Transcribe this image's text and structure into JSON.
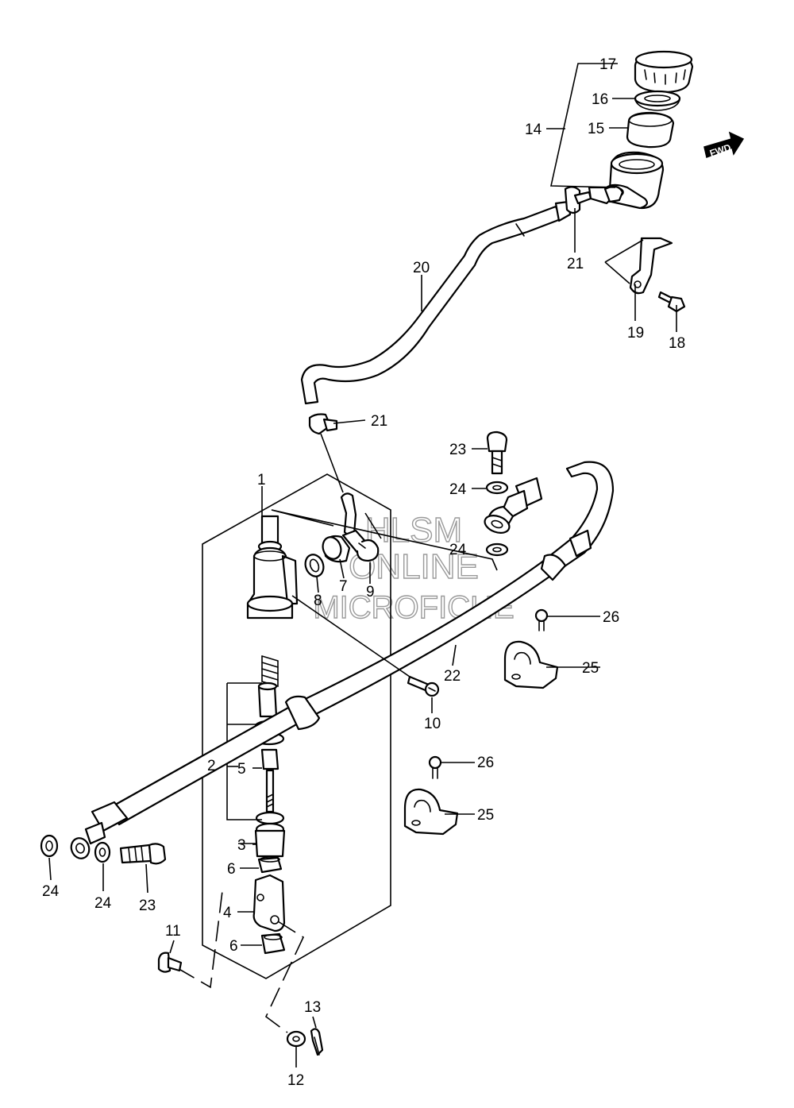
{
  "watermark": {
    "line1": "HLSM",
    "line2": "ONLINE",
    "line3": "MICROFICHE"
  },
  "direction_badge": {
    "text": "FWD",
    "icon": "forward-arrow-icon"
  },
  "callouts": [
    {
      "id": "callout-17-top",
      "text": "17"
    },
    {
      "id": "callout-16",
      "text": "16"
    },
    {
      "id": "callout-15",
      "text": "15"
    },
    {
      "id": "callout-14",
      "text": "14"
    },
    {
      "id": "callout-21-top",
      "text": "21"
    },
    {
      "id": "callout-19",
      "text": "19"
    },
    {
      "id": "callout-18",
      "text": "18"
    },
    {
      "id": "callout-20",
      "text": "20"
    },
    {
      "id": "callout-21-mid",
      "text": "21"
    },
    {
      "id": "callout-23-upper",
      "text": "23"
    },
    {
      "id": "callout-24-upper",
      "text": "24"
    },
    {
      "id": "callout-24-mid",
      "text": "24"
    },
    {
      "id": "callout-1",
      "text": "1"
    },
    {
      "id": "callout-8",
      "text": "8"
    },
    {
      "id": "callout-7",
      "text": "7"
    },
    {
      "id": "callout-9",
      "text": "9"
    },
    {
      "id": "callout-26-upper",
      "text": "26"
    },
    {
      "id": "callout-25-upper",
      "text": "25"
    },
    {
      "id": "callout-22",
      "text": "22"
    },
    {
      "id": "callout-10",
      "text": "10"
    },
    {
      "id": "callout-26-lower",
      "text": "26"
    },
    {
      "id": "callout-25-lower",
      "text": "25"
    },
    {
      "id": "callout-2",
      "text": "2"
    },
    {
      "id": "callout-5",
      "text": "5"
    },
    {
      "id": "callout-3",
      "text": "3"
    },
    {
      "id": "callout-6-upper",
      "text": "6"
    },
    {
      "id": "callout-4",
      "text": "4"
    },
    {
      "id": "callout-6-lower",
      "text": "6"
    },
    {
      "id": "callout-24-left",
      "text": "24"
    },
    {
      "id": "callout-24-left2",
      "text": "24"
    },
    {
      "id": "callout-23-lower",
      "text": "23"
    },
    {
      "id": "callout-11",
      "text": "11"
    },
    {
      "id": "callout-13",
      "text": "13"
    },
    {
      "id": "callout-12",
      "text": "12"
    }
  ]
}
